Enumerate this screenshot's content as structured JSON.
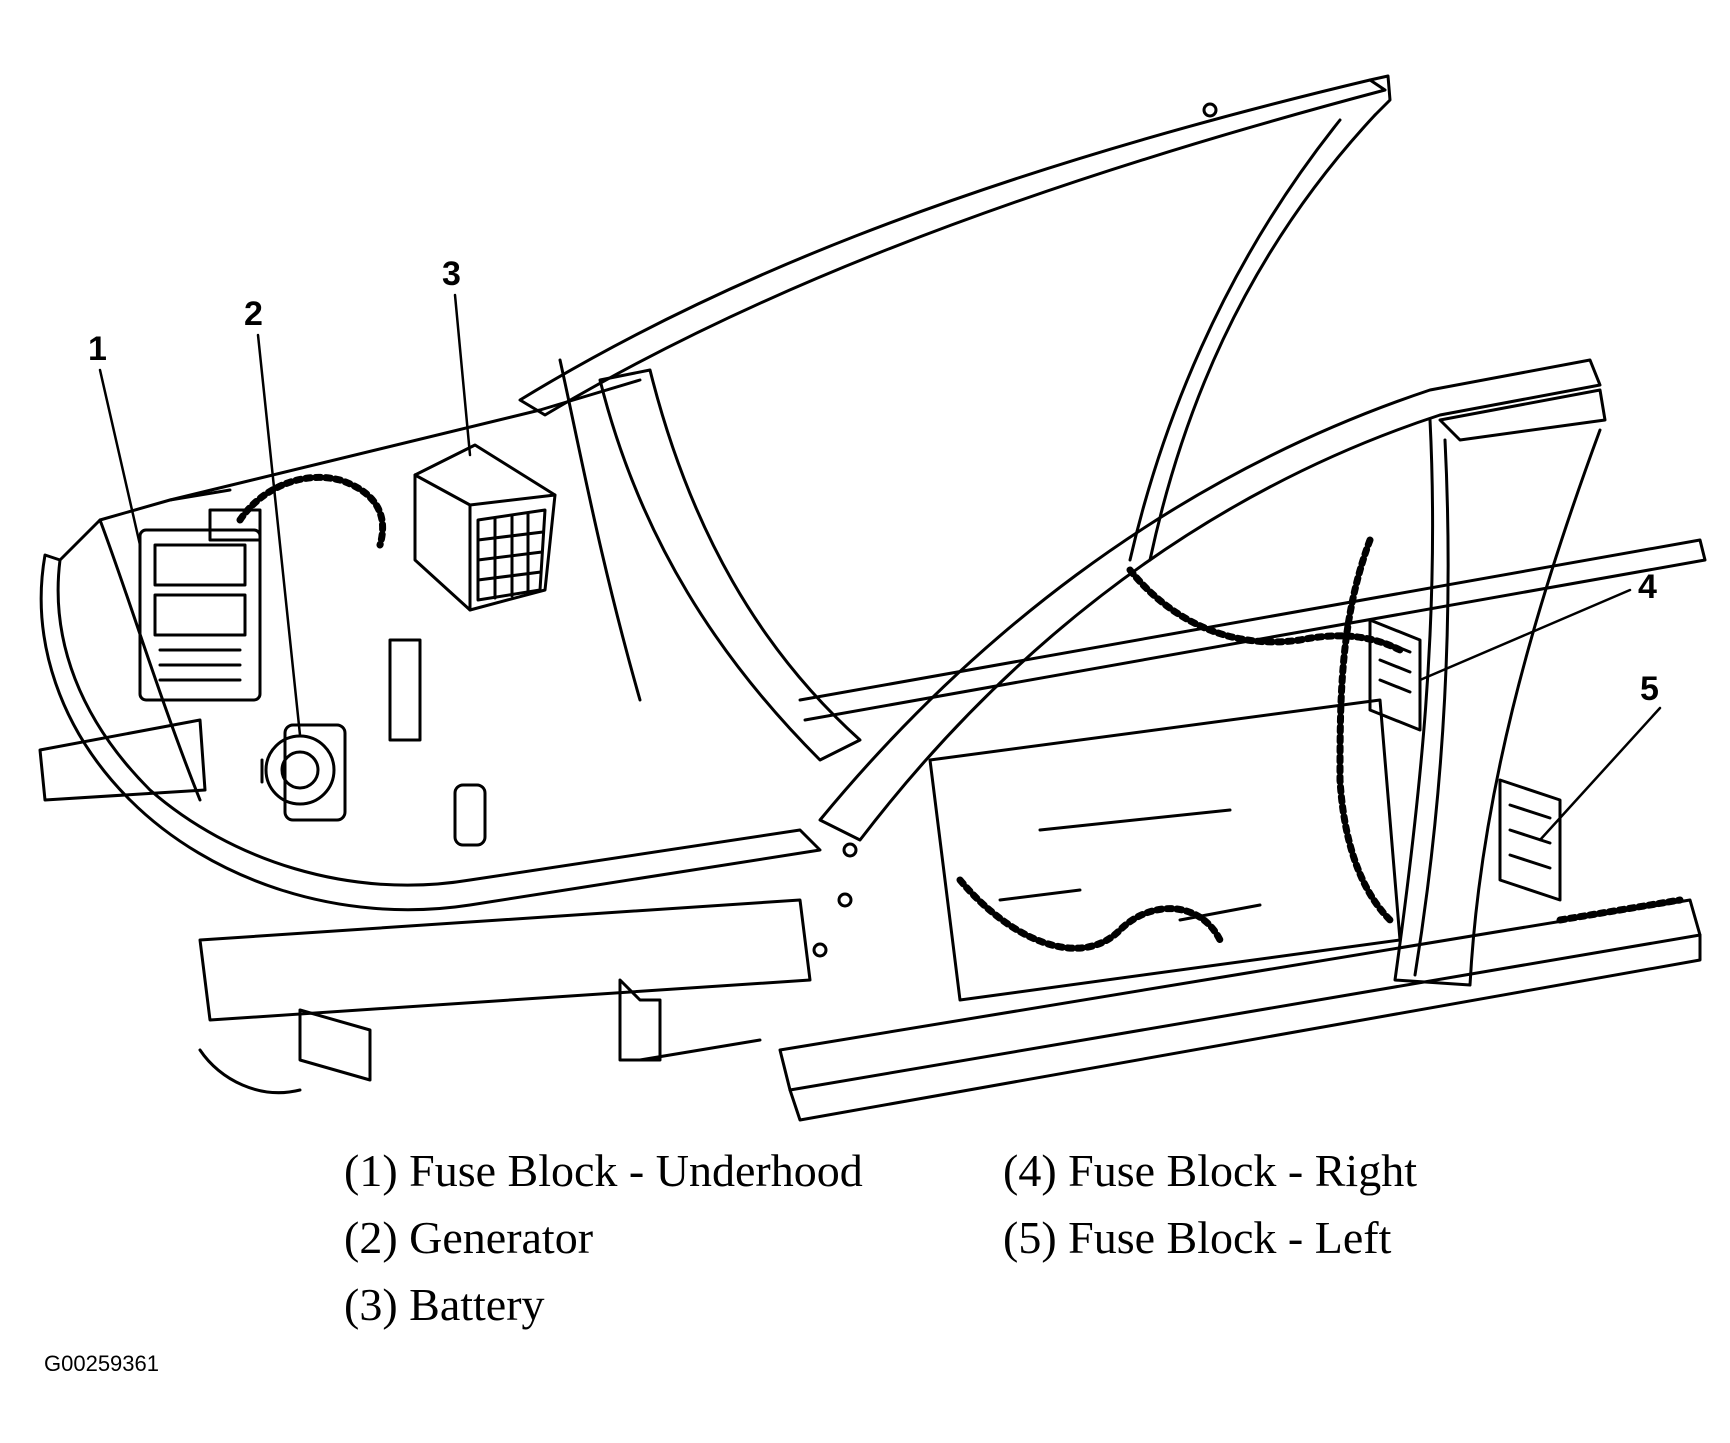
{
  "callouts": [
    {
      "id": "1",
      "label": "1"
    },
    {
      "id": "2",
      "label": "2"
    },
    {
      "id": "3",
      "label": "3"
    },
    {
      "id": "4",
      "label": "4"
    },
    {
      "id": "5",
      "label": "5"
    }
  ],
  "legend": {
    "item1": "(1) Fuse Block - Underhood",
    "item2": "(2) Generator",
    "item3": "(3) Battery",
    "item4": "(4) Fuse Block - Right",
    "item5": "(5) Fuse Block - Left"
  },
  "figure_code": "G00259361",
  "colors": {
    "line": "#000000",
    "background": "#ffffff"
  }
}
